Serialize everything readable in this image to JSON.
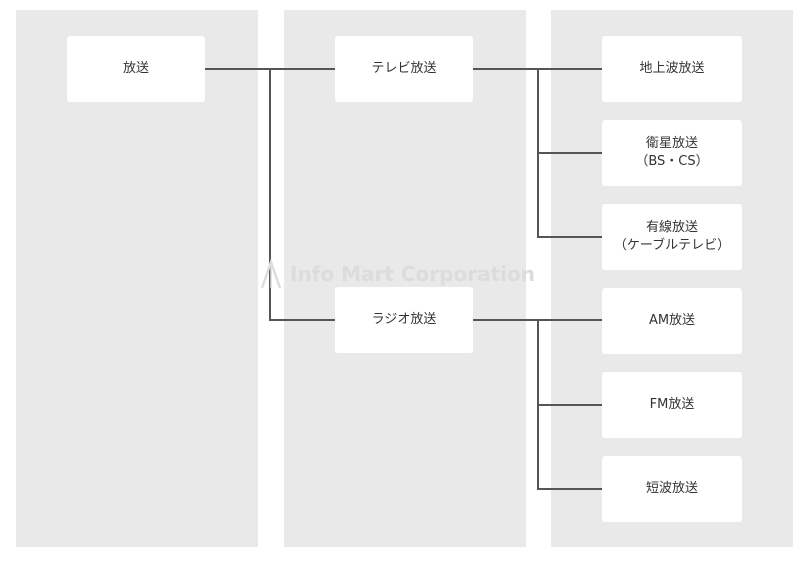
{
  "diagram": {
    "root": {
      "label": "放送"
    },
    "categories": [
      {
        "label": "テレビ放送",
        "children": [
          {
            "lines": [
              "地上波放送"
            ]
          },
          {
            "lines": [
              "衛星放送",
              "（BS・CS）"
            ]
          },
          {
            "lines": [
              "有線放送",
              "（ケーブルテレビ）"
            ]
          }
        ]
      },
      {
        "label": "ラジオ放送",
        "children": [
          {
            "lines": [
              "AM放送"
            ]
          },
          {
            "lines": [
              "FM放送"
            ]
          },
          {
            "lines": [
              "短波放送"
            ]
          }
        ]
      }
    ]
  },
  "watermark": {
    "text": "Info Mart Corporation"
  },
  "colors": {
    "column_bg": "#e9e9e9",
    "node_bg": "#ffffff",
    "connector": "#555555",
    "text": "#333333",
    "watermark": "#dcdcdc"
  }
}
